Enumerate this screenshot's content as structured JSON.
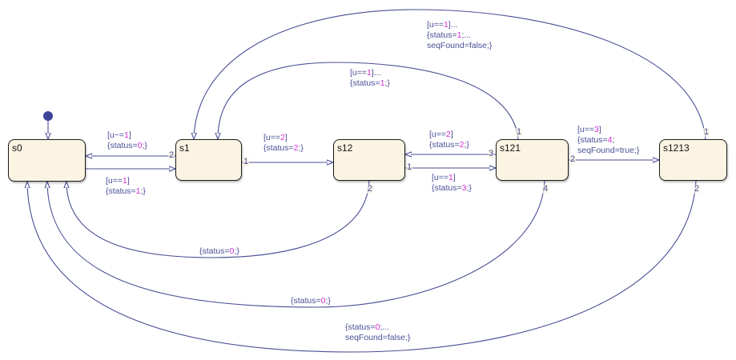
{
  "diagram": {
    "type": "stateflow-chart",
    "colors": {
      "state_fill": "#fcf4e3",
      "state_border": "#1a1a1a",
      "wire": "#4a4f96",
      "label_text": "#4a4f96",
      "number_highlight": "#d42cd4"
    },
    "states": [
      {
        "id": "s0",
        "name": "s0"
      },
      {
        "id": "s1",
        "name": "s1"
      },
      {
        "id": "s12",
        "name": "s12"
      },
      {
        "id": "s121",
        "name": "s121"
      },
      {
        "id": "s1213",
        "name": "s1213"
      }
    ],
    "default_transition": {
      "target": "s0"
    },
    "transitions": [
      {
        "id": "t_s1_s0",
        "from": "s1",
        "to": "s0",
        "order": "2",
        "lines": [
          [
            "[u~=",
            "1",
            "]"
          ],
          [
            "{status=",
            "0",
            ";}"
          ]
        ]
      },
      {
        "id": "t_s0_s1",
        "from": "s0",
        "to": "s1",
        "order": "",
        "lines": [
          [
            "[u==",
            "1",
            "]"
          ],
          [
            "{status=",
            "1",
            ";}"
          ]
        ]
      },
      {
        "id": "t_s1_s12",
        "from": "s1",
        "to": "s12",
        "order": "1",
        "lines": [
          [
            "[u==",
            "2",
            "]"
          ],
          [
            "{status=",
            "2",
            ";}"
          ]
        ]
      },
      {
        "id": "t_s121_s12",
        "from": "s121",
        "to": "s12",
        "order": "3",
        "lines": [
          [
            "[u==",
            "2",
            "]"
          ],
          [
            "{status=",
            "2",
            ";}"
          ]
        ]
      },
      {
        "id": "t_s12_s121",
        "from": "s12",
        "to": "s121",
        "order": "1",
        "lines": [
          [
            "[u==",
            "1",
            "]"
          ],
          [
            "{status=",
            "3",
            ";}"
          ]
        ]
      },
      {
        "id": "t_s121_s1213",
        "from": "s121",
        "to": "s1213",
        "order": "2",
        "lines": [
          [
            "[u==",
            "3",
            "]"
          ],
          [
            "{status=",
            "4",
            ";"
          ],
          [
            "seqFound=true;}",
            "",
            ""
          ]
        ]
      },
      {
        "id": "t_s121_s1",
        "from": "s121",
        "to": "s1",
        "order": "1",
        "lines": [
          [
            "[u==",
            "1",
            "]..."
          ],
          [
            "{status=",
            "1",
            ";}"
          ]
        ]
      },
      {
        "id": "t_s1213_s1",
        "from": "s1213",
        "to": "s1",
        "order": "1",
        "lines": [
          [
            "[u==",
            "1",
            "]..."
          ],
          [
            "{status=",
            "1",
            ";..."
          ],
          [
            "seqFound=false;}",
            "",
            ""
          ]
        ]
      },
      {
        "id": "t_s12_s0",
        "from": "s12",
        "to": "s0",
        "order": "2",
        "lines": [
          [
            "{status=",
            "0",
            ";}"
          ]
        ]
      },
      {
        "id": "t_s121_s0",
        "from": "s121",
        "to": "s0",
        "order": "4",
        "lines": [
          [
            "{status=",
            "0",
            ";}"
          ]
        ]
      },
      {
        "id": "t_s1213_s0",
        "from": "s1213",
        "to": "s0",
        "order": "2",
        "lines": [
          [
            "{status=",
            "0",
            ";..."
          ],
          [
            "seqFound=false;}",
            "",
            ""
          ]
        ]
      }
    ]
  }
}
